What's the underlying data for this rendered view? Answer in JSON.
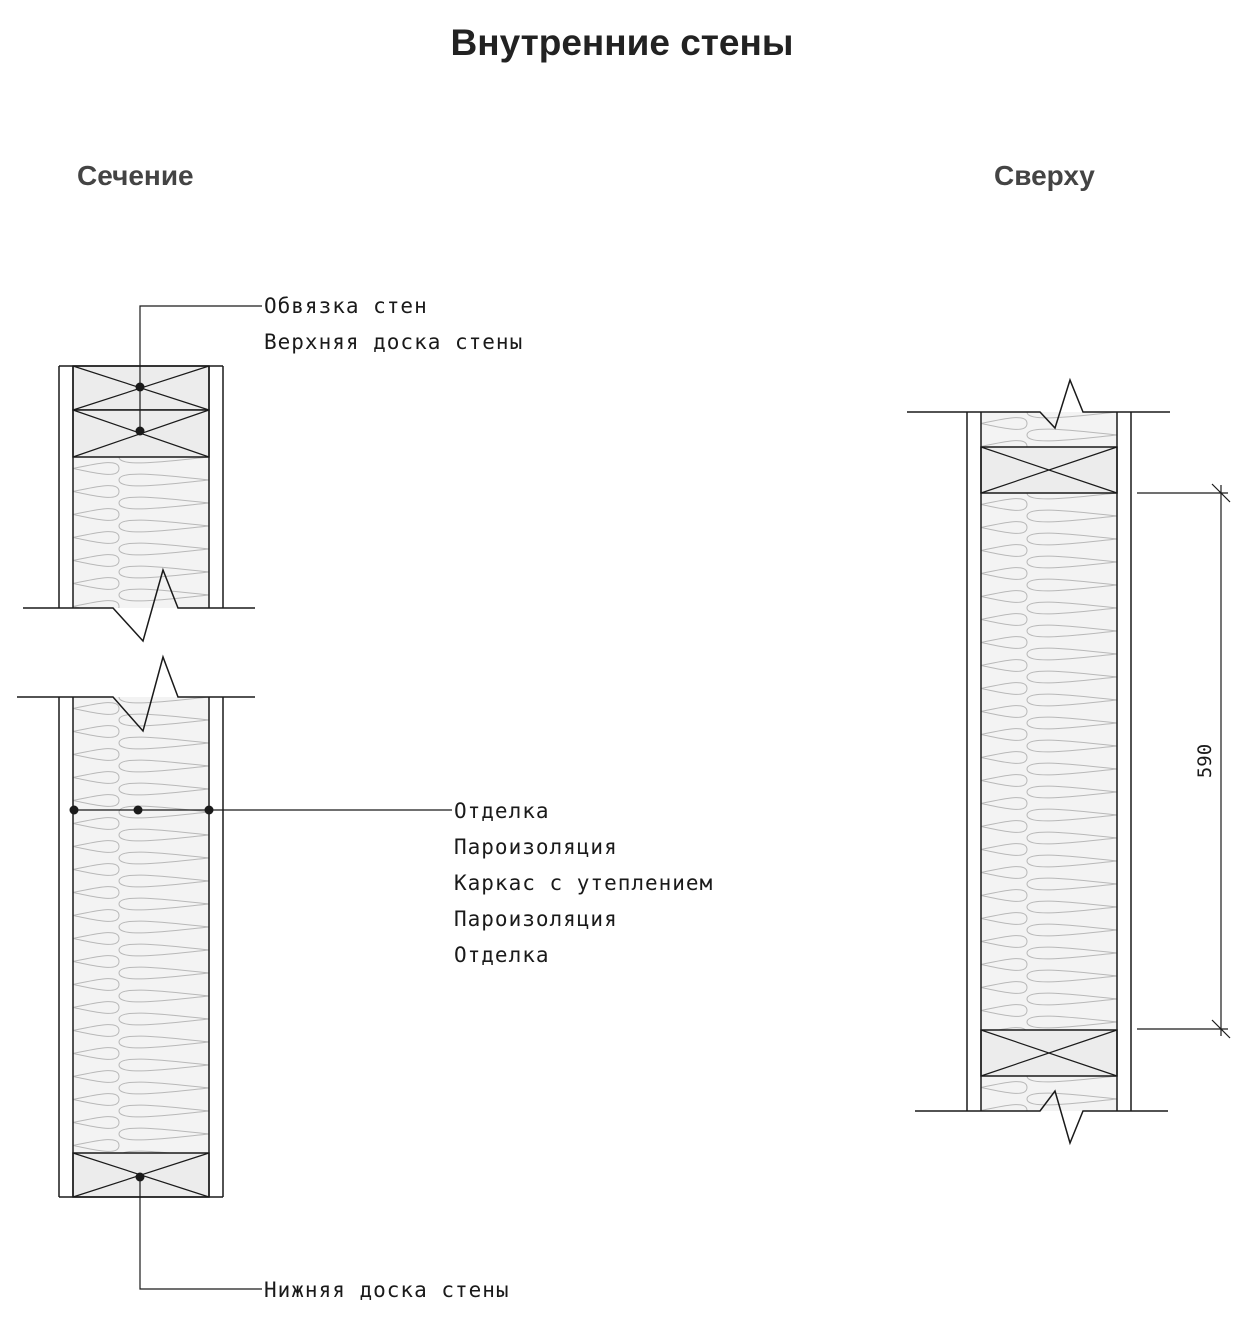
{
  "title": "Внутренние стены",
  "views": {
    "section": "Сечение",
    "top": "Сверху"
  },
  "labels": {
    "top_plate": "Обвязка стен",
    "top_board": "Верхняя доска стены",
    "bottom_board": "Нижняя доска стены",
    "layers": [
      "Отделка",
      "Пароизоляция",
      "Каркас с утеплением",
      "Пароизоляция",
      "Отделка"
    ]
  },
  "dimension": "590",
  "colors": {
    "line": "#1a1a1a",
    "insulation": "#b8b8b8",
    "fill": "#f3f3f3",
    "board": "#ececec"
  }
}
